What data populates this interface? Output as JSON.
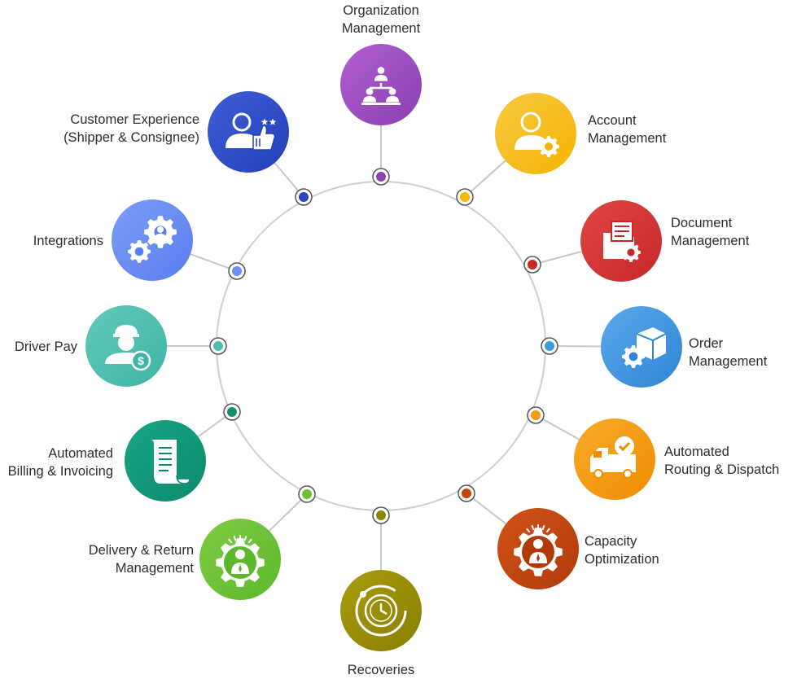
{
  "nodes": [
    {
      "id": "organization-management",
      "label": [
        "Organization",
        "Management"
      ],
      "icon": "people-hierarchy-icon",
      "color": "#8a3fb0",
      "color2": "#b05fd0",
      "dot": "#8e44ad"
    },
    {
      "id": "account-management",
      "label": [
        "Account",
        "Management"
      ],
      "icon": "user-gear-icon",
      "color": "#f5b400",
      "color2": "#f7c842",
      "dot": "#f5b800"
    },
    {
      "id": "document-management",
      "label": [
        "Document",
        "Management"
      ],
      "icon": "document-gear-icon",
      "color": "#c62828",
      "color2": "#e04545",
      "dot": "#c62828"
    },
    {
      "id": "order-management",
      "label": [
        "Order",
        "Management"
      ],
      "icon": "box-gear-icon",
      "color": "#2f86d6",
      "color2": "#5aa8ea",
      "dot": "#3d9be0"
    },
    {
      "id": "automated-routing-dispatch",
      "label": [
        "Automated",
        "Routing & Dispatch"
      ],
      "icon": "truck-check-icon",
      "color": "#f08c00",
      "color2": "#f7ab2a",
      "dot": "#f39c12"
    },
    {
      "id": "capacity-optimization",
      "label": [
        "Capacity",
        "Optimization"
      ],
      "icon": "person-gear-icon",
      "color": "#b03a08",
      "color2": "#d2531a",
      "dot": "#c0470f"
    },
    {
      "id": "recoveries",
      "label": [
        "Recoveries"
      ],
      "icon": "clock-cycle-icon",
      "color": "#8a7f00",
      "color2": "#a89c10",
      "dot": "#8d8300"
    },
    {
      "id": "delivery-return-management",
      "label": [
        "Delivery & Return",
        "Management"
      ],
      "icon": "person-gear-icon",
      "color": "#5cb82a",
      "color2": "#7fcc44",
      "dot": "#69c232"
    },
    {
      "id": "automated-billing-invoicing",
      "label": [
        "Automated",
        "Billing & Invoicing"
      ],
      "icon": "receipt-scroll-icon",
      "color": "#0d8a6e",
      "color2": "#17a584",
      "dot": "#11906f"
    },
    {
      "id": "driver-pay",
      "label": [
        "Driver Pay"
      ],
      "icon": "driver-dollar-icon",
      "color": "#3fb5a4",
      "color2": "#62c9bb",
      "dot": "#4dbfae"
    },
    {
      "id": "integrations",
      "label": [
        "Integrations"
      ],
      "icon": "gears-icon",
      "color": "#5a7df0",
      "color2": "#7d9cf7",
      "dot": "#6d8ff5"
    },
    {
      "id": "customer-experience",
      "label": [
        "Customer Experience",
        "(Shipper & Consignee)"
      ],
      "icon": "user-thumbs-up-icon",
      "color": "#2440b8",
      "color2": "#3d5dd6",
      "dot": "#2a46c0"
    }
  ]
}
